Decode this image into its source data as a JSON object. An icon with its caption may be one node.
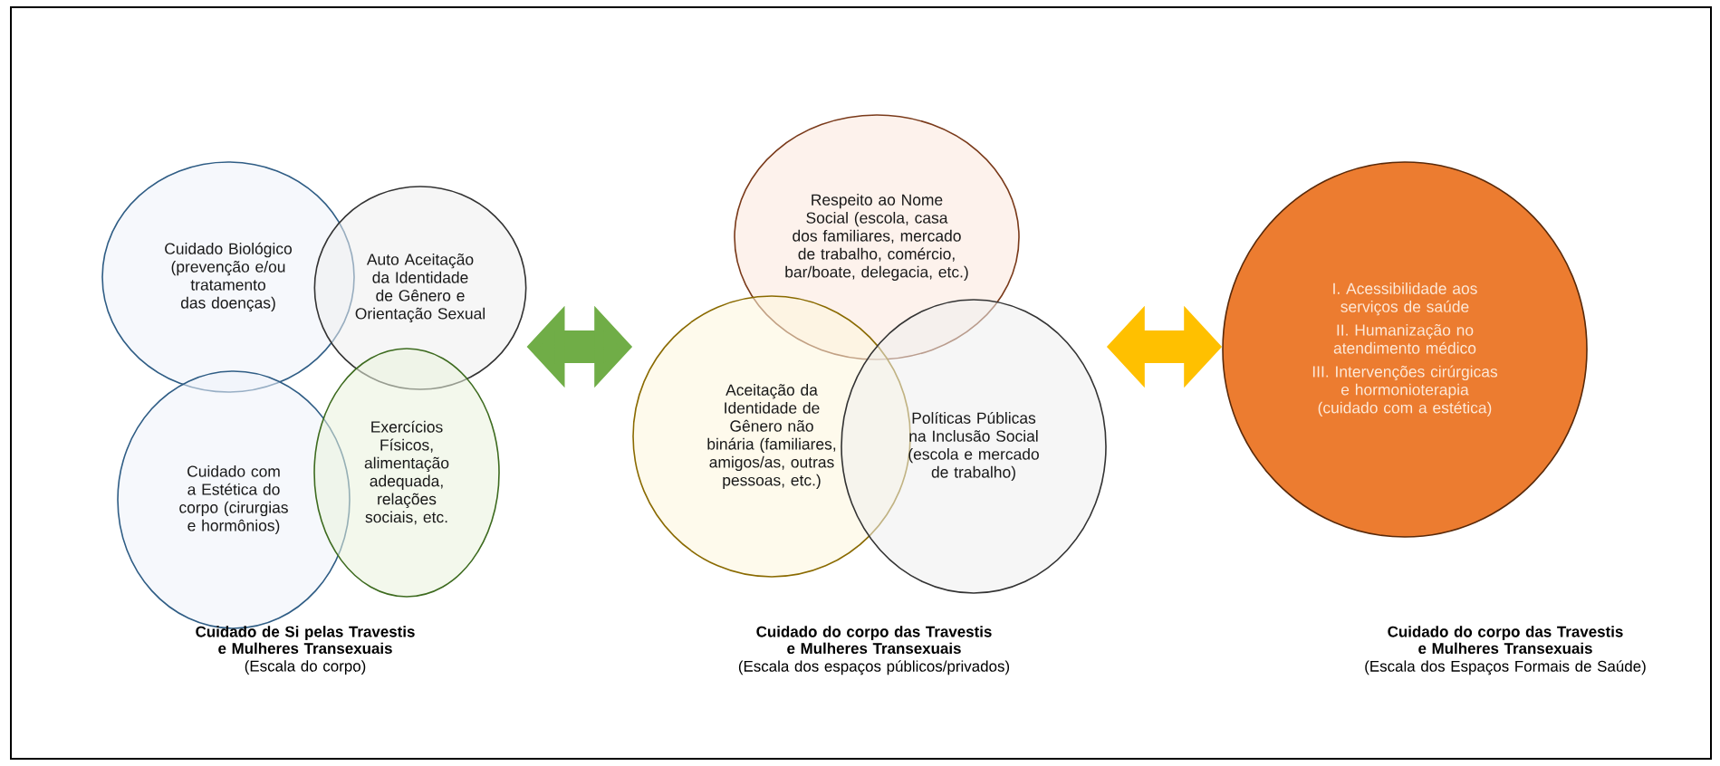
{
  "diagram": {
    "nodes": [
      {
        "text": [
          "Cuidado Biológico (prevenção e/ou tratamento das doenças)"
        ]
      },
      {
        "text": [
          "Auto Aceitação da Identidade de Gênero e Orientação Sexual"
        ]
      },
      {
        "text": [
          "Cuidado com a Estética do corpo (cirurgias e hormônios)"
        ]
      },
      {
        "text": [
          "Exercícios Físicos, alimentação adequada, relações sociais, etc."
        ]
      },
      {
        "text": [
          "Respeito ao Nome Social (escola, casa dos familiares, mercado de trabalho, comércio, bar/boate, delegacia, etc.)"
        ]
      },
      {
        "text": [
          "Aceitação da Identidade de Gênero não binária (familiares, amigos/as, outras pessoas, etc.)"
        ]
      },
      {
        "text": [
          "Políticas Públicas na Inclusão Social (escola e mercado de trabalho)"
        ]
      },
      {
        "text": [
          "I. Acessibilidade aos serviços de saúde",
          "II. Humanização no atendimento médico",
          "III. Intervenções cirúrgicas e hormonioterapia (cuidado com a estética)"
        ]
      }
    ],
    "edges": [
      {
        "from": 1,
        "to": 5,
        "arrow": "both",
        "color": "#70ad47"
      },
      {
        "from": 6,
        "to": 7,
        "arrow": "both",
        "color": "#ffc000"
      }
    ],
    "labels": [
      "Cuidado de Si pelas Travestis e Mulheres Transexuais",
      "(Escala do corpo)",
      "Cuidado do corpo das Travestis e Mulheres Transexuais",
      "(Escala dos espaços públicos/privados)",
      "Cuidado do corpo das Travestis e Mulheres Transexuais",
      "(Escala dos Espaços Formais de Saúde)"
    ]
  }
}
